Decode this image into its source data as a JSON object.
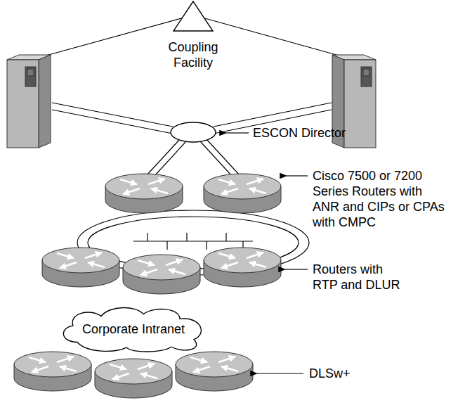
{
  "diagram": {
    "nodes": [
      {
        "text": [
          "Coupling Facility"
        ]
      },
      {
        "text": [
          "Corporate Intranet"
        ]
      }
    ],
    "labels": [
      "ESCON Director",
      "Cisco 7500 or 7200 Series Routers with ANR and CIPs or CPAs with CMPC",
      "Routers with RTP and DLUR",
      "DLSw+"
    ]
  }
}
